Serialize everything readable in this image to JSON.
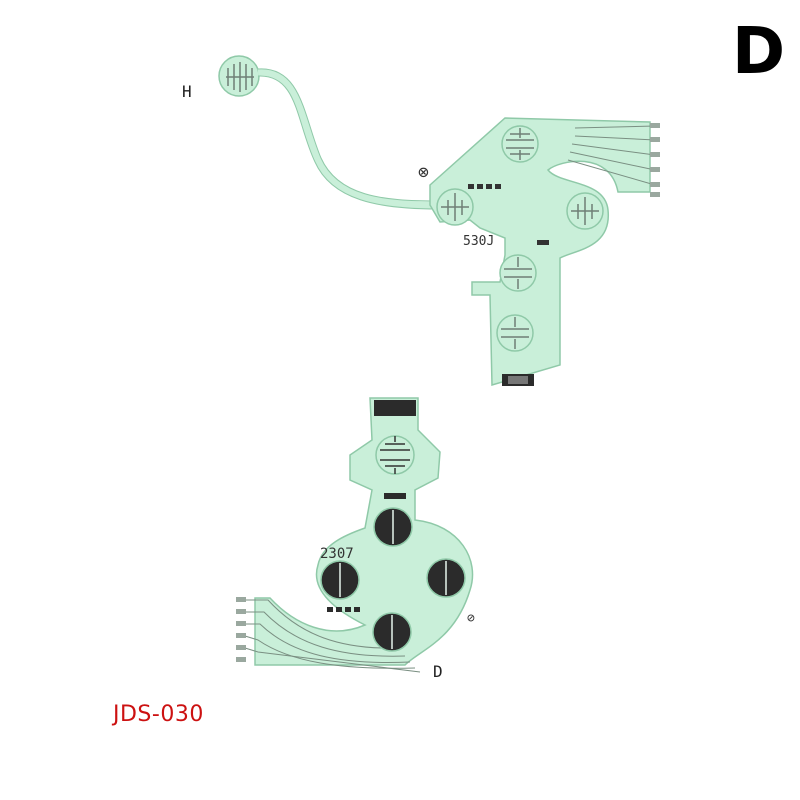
{
  "corner_letter": "D",
  "model_label": "JDS-030",
  "colors": {
    "membrane_fill": "#c9efd9",
    "membrane_stroke": "#8fc9a8",
    "trace": "#7a8f82",
    "label_red": "#cc1111"
  },
  "top_membrane": {
    "label_h": "H",
    "code": "530J",
    "circle_mark": "⊗"
  },
  "bottom_membrane": {
    "label_d": "D",
    "code": "2307",
    "circle_mark": "⊘"
  }
}
